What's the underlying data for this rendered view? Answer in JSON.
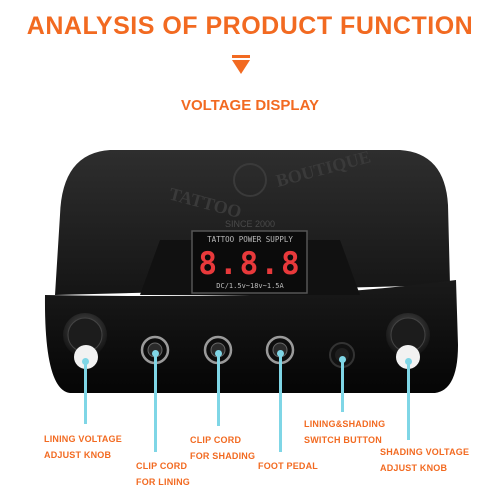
{
  "heading": "ANALYSIS OF PRODUCT FUNCTION",
  "subheading": "VOLTAGE DISPLAY",
  "device": {
    "brand_line1": "TATTOO",
    "brand_line2": "BOUTIQUE",
    "since": "SINCE 2000",
    "screen_title": "TATTOO POWER SUPPLY",
    "display_digits": "8.8.8",
    "screen_spec": "DC/1.5v~18v~1.5A"
  },
  "labels": {
    "lining_voltage_l1": "LINING VOLTAGE",
    "lining_voltage_l2": "ADJUST KNOB",
    "clip_lining_l1": "CLIP CORD",
    "clip_lining_l2": "FOR LINING",
    "clip_shading_l1": "CLIP CORD",
    "clip_shading_l2": "FOR SHADING",
    "foot_pedal": "FOOT PEDAL",
    "switch_l1": "LINING&SHADING",
    "switch_l2": "SWITCH BUTTON",
    "shading_voltage_l1": "SHADING VOLTAGE",
    "shading_voltage_l2": "ADJUST KNOB"
  },
  "colors": {
    "accent": "#f26a21",
    "callout": "#7fd6e6",
    "device_body": "#1a1a1a",
    "display_digits": "#e8393b"
  }
}
